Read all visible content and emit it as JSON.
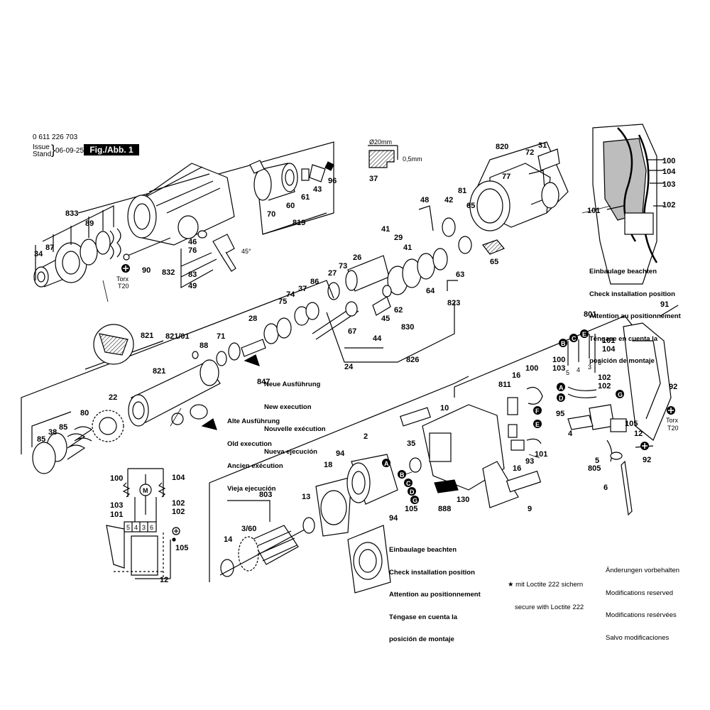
{
  "header": {
    "part_number": "0 611 226 703",
    "issue_label": "Issue",
    "stand_label": "Stand",
    "issue_date": "06-09-25",
    "figure": "Fig./Abb. 1"
  },
  "dimensions": {
    "diameter": "Ø20mm",
    "thickness": "0,5mm"
  },
  "notes": {
    "installation_top": [
      "Einbaulage beachten",
      "Check installation position",
      "Attention au positionnement",
      "Téngase en cuenta la",
      "posición de montaje"
    ],
    "installation_bottom": [
      "Einbaulage beachten",
      "Check installation position",
      "Attention au positionnement",
      "Téngase en cuenta la",
      "posición de montaje"
    ],
    "new_execution": [
      "Neue Ausführung",
      "New execution",
      "Nouvelle exécution",
      "Nueva ejecución"
    ],
    "old_execution": [
      "Alte Ausführung",
      "Old execution",
      "Ancien exécution",
      "Vieja ejecución"
    ],
    "loctite": [
      "★ mit Loctite 222 sichern",
      "secure with Loctite 222"
    ],
    "changes": [
      "Änderungen vorbehalten",
      "Modifications reserved",
      "Modifications resérvées",
      "Salvo modificaciones"
    ],
    "torx_left": [
      "Torx",
      "T20"
    ],
    "torx_right": [
      "Torx",
      "T20"
    ],
    "angle": "45°"
  },
  "parts": [
    {
      "id": "p833",
      "label": "833"
    },
    {
      "id": "p89",
      "label": "89"
    },
    {
      "id": "p87",
      "label": "87"
    },
    {
      "id": "p34",
      "label": "34"
    },
    {
      "id": "p90",
      "label": "90"
    },
    {
      "id": "p46",
      "label": "46"
    },
    {
      "id": "p76",
      "label": "76"
    },
    {
      "id": "p832",
      "label": "832"
    },
    {
      "id": "p83",
      "label": "83"
    },
    {
      "id": "p49",
      "label": "49"
    },
    {
      "id": "p70",
      "label": "70"
    },
    {
      "id": "p60",
      "label": "60"
    },
    {
      "id": "p61",
      "label": "61"
    },
    {
      "id": "p43",
      "label": "43"
    },
    {
      "id": "p96",
      "label": "96"
    },
    {
      "id": "p819",
      "label": "819"
    },
    {
      "id": "p37",
      "label": "37"
    },
    {
      "id": "p48",
      "label": "48"
    },
    {
      "id": "p42",
      "label": "42"
    },
    {
      "id": "p81",
      "label": "81"
    },
    {
      "id": "p65a",
      "label": "65"
    },
    {
      "id": "p820",
      "label": "820"
    },
    {
      "id": "p77",
      "label": "77"
    },
    {
      "id": "p72",
      "label": "72"
    },
    {
      "id": "p31",
      "label": "31"
    },
    {
      "id": "p65b",
      "label": "65"
    },
    {
      "id": "p41a",
      "label": "41"
    },
    {
      "id": "p29",
      "label": "29"
    },
    {
      "id": "p41b",
      "label": "41"
    },
    {
      "id": "p26",
      "label": "26"
    },
    {
      "id": "p73",
      "label": "73"
    },
    {
      "id": "p27",
      "label": "27"
    },
    {
      "id": "p64",
      "label": "64"
    },
    {
      "id": "p63",
      "label": "63"
    },
    {
      "id": "p62",
      "label": "62"
    },
    {
      "id": "p45",
      "label": "45"
    },
    {
      "id": "p830",
      "label": "830"
    },
    {
      "id": "p823",
      "label": "823"
    },
    {
      "id": "p86",
      "label": "86"
    },
    {
      "id": "p37b",
      "label": "37"
    },
    {
      "id": "p74",
      "label": "74"
    },
    {
      "id": "p75",
      "label": "75"
    },
    {
      "id": "p28",
      "label": "28"
    },
    {
      "id": "p71",
      "label": "71"
    },
    {
      "id": "p88",
      "label": "88"
    },
    {
      "id": "p82101",
      "label": "821/01"
    },
    {
      "id": "p821a",
      "label": "821"
    },
    {
      "id": "p821b",
      "label": "821"
    },
    {
      "id": "p847",
      "label": "847"
    },
    {
      "id": "p67",
      "label": "67"
    },
    {
      "id": "p44",
      "label": "44"
    },
    {
      "id": "p24",
      "label": "24"
    },
    {
      "id": "p826",
      "label": "826"
    },
    {
      "id": "p22",
      "label": "22"
    },
    {
      "id": "p80",
      "label": "80"
    },
    {
      "id": "p85a",
      "label": "85"
    },
    {
      "id": "p38",
      "label": "38"
    },
    {
      "id": "p85b",
      "label": "85"
    },
    {
      "id": "p100a",
      "label": "100"
    },
    {
      "id": "p104a",
      "label": "104"
    },
    {
      "id": "p103a",
      "label": "103"
    },
    {
      "id": "p101a",
      "label": "101"
    },
    {
      "id": "p102a",
      "label": "102"
    },
    {
      "id": "p18",
      "label": "18"
    },
    {
      "id": "p94a",
      "label": "94"
    },
    {
      "id": "p2",
      "label": "2"
    },
    {
      "id": "p35",
      "label": "35"
    },
    {
      "id": "p803",
      "label": "803"
    },
    {
      "id": "p13",
      "label": "13"
    },
    {
      "id": "p105a",
      "label": "105"
    },
    {
      "id": "p94b",
      "label": "94"
    },
    {
      "id": "p14",
      "label": "14"
    },
    {
      "id": "p360",
      "label": "3/60"
    },
    {
      "id": "p888",
      "label": "888"
    },
    {
      "id": "p130",
      "label": "130"
    },
    {
      "id": "p9",
      "label": "9"
    },
    {
      "id": "p10",
      "label": "10"
    },
    {
      "id": "p811",
      "label": "811"
    },
    {
      "id": "p16a",
      "label": "16"
    },
    {
      "id": "p16b",
      "label": "16"
    },
    {
      "id": "p100b",
      "label": "100"
    },
    {
      "id": "p93",
      "label": "93"
    },
    {
      "id": "p101b",
      "label": "101"
    },
    {
      "id": "p801",
      "label": "801"
    },
    {
      "id": "p91",
      "label": "91"
    },
    {
      "id": "p101c",
      "label": "101"
    },
    {
      "id": "p104b",
      "label": "104"
    },
    {
      "id": "p100c",
      "label": "100"
    },
    {
      "id": "p103b",
      "label": "103"
    },
    {
      "id": "p102b",
      "label": "102"
    },
    {
      "id": "p102c",
      "label": "102"
    },
    {
      "id": "p95",
      "label": "95"
    },
    {
      "id": "p4",
      "label": "4"
    },
    {
      "id": "p105b",
      "label": "105"
    },
    {
      "id": "p12a",
      "label": "12"
    },
    {
      "id": "p92a",
      "label": "92"
    },
    {
      "id": "p92b",
      "label": "92"
    },
    {
      "id": "p5",
      "label": "5"
    },
    {
      "id": "p805",
      "label": "805"
    },
    {
      "id": "p6",
      "label": "6"
    },
    {
      "id": "p100d",
      "label": "100"
    },
    {
      "id": "p104c",
      "label": "104"
    },
    {
      "id": "p103c",
      "label": "103"
    },
    {
      "id": "p101d",
      "label": "101"
    },
    {
      "id": "p102d",
      "label": "102"
    },
    {
      "id": "p100e",
      "label": "100"
    },
    {
      "id": "p104d",
      "label": "104"
    },
    {
      "id": "p101e",
      "label": "101"
    },
    {
      "id": "p103d",
      "label": "103"
    },
    {
      "id": "p102e",
      "label": "102"
    },
    {
      "id": "p105c",
      "label": "105"
    },
    {
      "id": "p12b",
      "label": "12"
    }
  ],
  "markers": [
    "A",
    "B",
    "C",
    "D",
    "E",
    "F",
    "G"
  ],
  "switch_terminals": [
    "5",
    "4",
    "3",
    "6"
  ],
  "small_terminal_labels": [
    "5",
    "4",
    "3",
    "6"
  ],
  "motor_symbol": "M",
  "colors": {
    "ink": "#000000",
    "paper": "#ffffff",
    "badge_bg": "#000000",
    "badge_fg": "#ffffff",
    "shade": "#bdbdbd"
  }
}
